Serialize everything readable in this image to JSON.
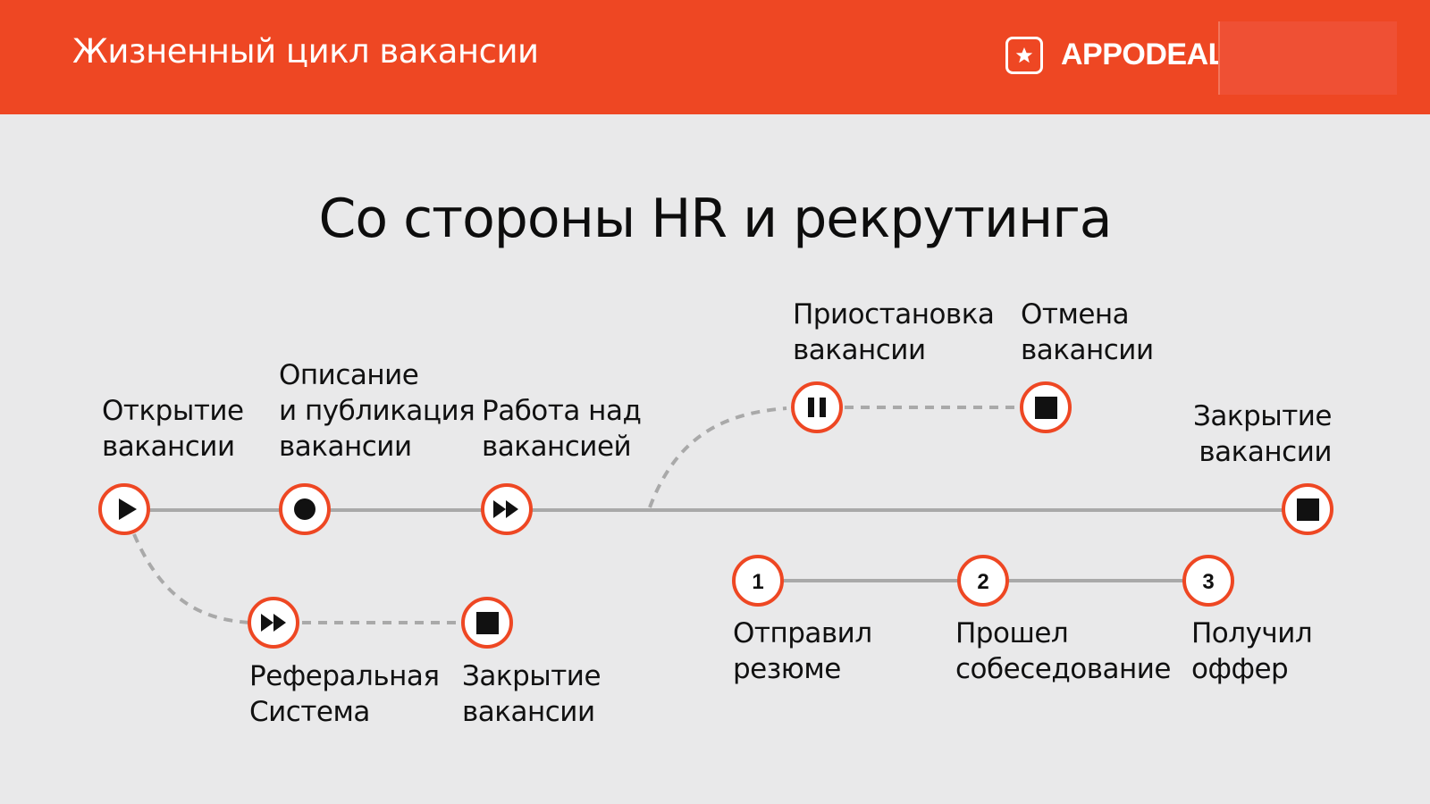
{
  "header": {
    "title": "Жизненный цикл вакансии",
    "logo_text": "APPODEAL",
    "color": "#ee4723"
  },
  "subtitle": "Со стороны HR и рекрутинга",
  "colors": {
    "accent": "#ee4723",
    "line": "#a9a9a9",
    "background": "#e9e9ea"
  },
  "nodes": {
    "open": {
      "icon": "play-icon",
      "label": [
        "Открытие",
        "вакансии"
      ]
    },
    "describe": {
      "icon": "record-icon",
      "label": [
        "Описание",
        "и публикация",
        "вакансии"
      ]
    },
    "work": {
      "icon": "fast-forward-icon",
      "label": [
        "Работа над",
        "вакансией"
      ]
    },
    "pause": {
      "icon": "pause-icon",
      "label": [
        "Приостановка",
        "вакансии"
      ]
    },
    "cancel": {
      "icon": "stop-icon",
      "label": [
        "Отмена",
        "вакансии"
      ]
    },
    "close_main": {
      "icon": "stop-icon",
      "label": [
        "Закрытие",
        "вакансии"
      ]
    },
    "referral": {
      "icon": "fast-forward-icon",
      "label": [
        "Реферальная",
        "Система"
      ]
    },
    "close_ref": {
      "icon": "stop-icon",
      "label": [
        "Закрытие",
        "вакансии"
      ]
    },
    "step1": {
      "icon": "number",
      "number": "1",
      "label": [
        "Отправил",
        "резюме"
      ]
    },
    "step2": {
      "icon": "number",
      "number": "2",
      "label": [
        "Прошел",
        "собеседование"
      ]
    },
    "step3": {
      "icon": "number",
      "number": "3",
      "label": [
        "Получил",
        "оффер"
      ]
    }
  }
}
